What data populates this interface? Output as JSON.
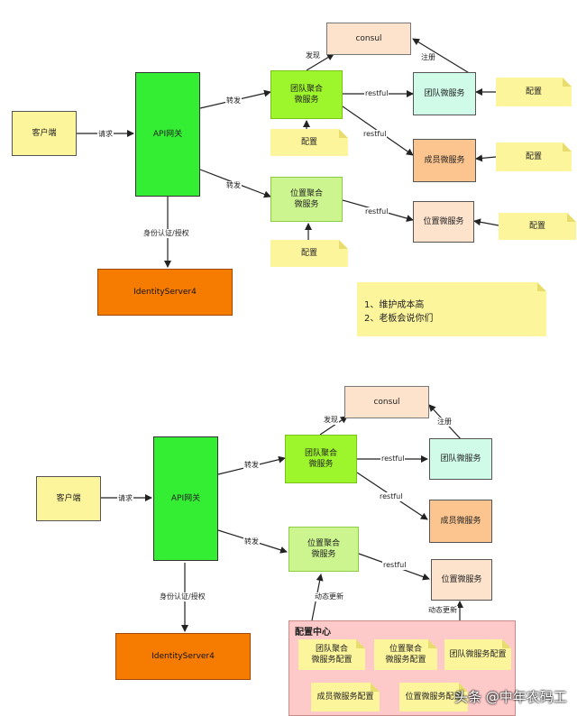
{
  "top": {
    "client": "客户端",
    "gateway": "API网关",
    "identity": "IdentityServer4",
    "team_agg": "团队聚合\n微服务",
    "loc_agg": "位置聚合\n微服务",
    "consul": "consul",
    "team_svc": "团队微服务",
    "member_svc": "成员微服务",
    "loc_svc": "位置微服务",
    "config": "配置",
    "labels": {
      "request": "请求",
      "forward1": "转发",
      "forward2": "转发",
      "auth": "身份认证/授权",
      "discover": "发现",
      "register": "注册",
      "restful1": "restful",
      "restful2": "restful",
      "restful3": "restful"
    },
    "issues": "1、维护成本高\n2、老板会说你们"
  },
  "bottom": {
    "client": "客户端",
    "gateway": "API网关",
    "identity": "IdentityServer4",
    "team_agg": "团队聚合\n微服务",
    "loc_agg": "位置聚合\n微服务",
    "consul": "consul",
    "team_svc": "团队微服务",
    "member_svc": "成员微服务",
    "loc_svc": "位置微服务",
    "labels": {
      "request": "请求",
      "forward1": "转发",
      "forward2": "转发",
      "auth": "身份认证/授权",
      "discover": "发现",
      "register": "注册",
      "restful1": "restful",
      "restful2": "restful",
      "restful3": "restful",
      "dynamic1": "动态更新",
      "dynamic2": "动态更新"
    },
    "config_center": {
      "title": "配置中心",
      "items": [
        "团队聚合\n微服务配置",
        "位置聚合\n微服务配置",
        "团队微服务配置",
        "成员微服务配置",
        "位置微服务配置"
      ]
    }
  },
  "watermark": "头条 @中年农码工"
}
